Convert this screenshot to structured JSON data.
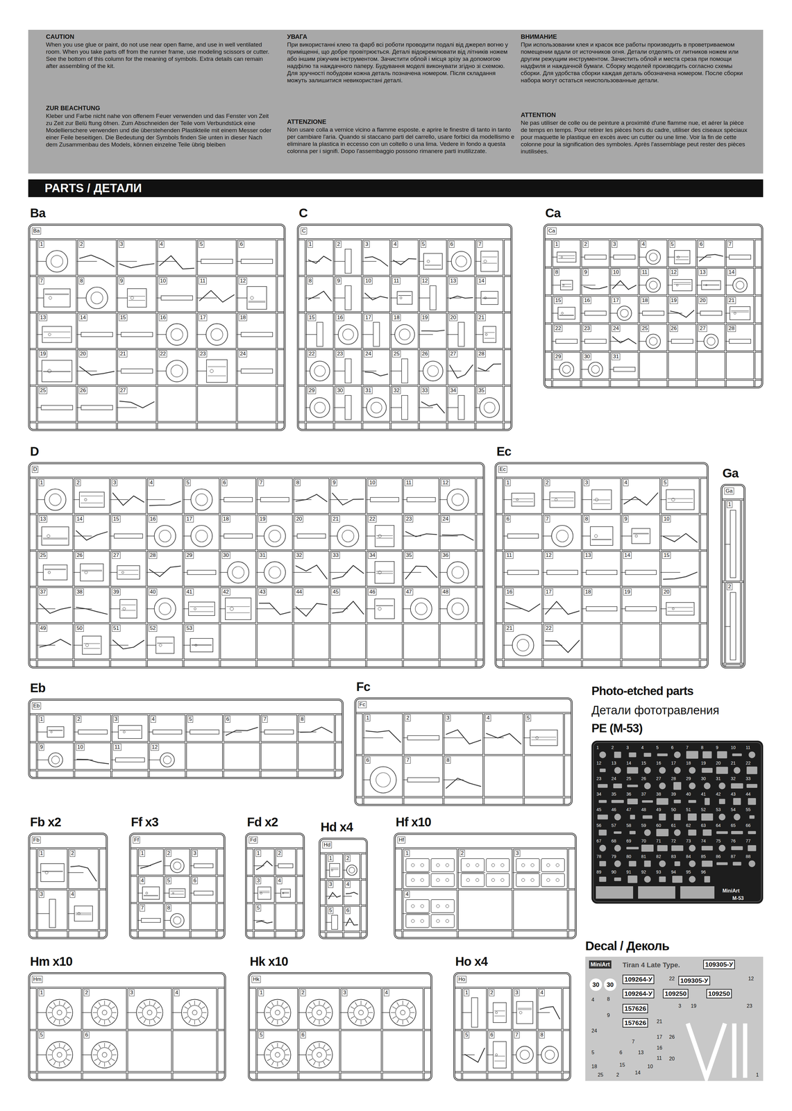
{
  "diagram": {
    "nodes": [
      {
        "text": [
          "CAUTION",
          "When you use glue or paint, do not use near open flame, and use in well ventilated room. When you take parts off from the runner frame, use modeling scissors or cutter. See the bottom of this column for the meaning of symbols. Extra details can remain after assembling of the kit.",
          "ZUR BEACHTUNG",
          "Kleber und Farbe nicht nahe von offenem Feuer verwenden und das Fenster von Zeit zu Zeit zur Belü ftung öfnen. Zum Abschneiden der Teile vom Verbundstück eine Modellierschere verwenden und die überstehenden Plastikteile mit einem Messer oder einer Feile beseitigen. Die Bedeutung der Symbols finden Sie unten in dieser Nach dem Zusammenbau des Models, können einzelne Teile übrig bleiben",
          "УВАГА",
          "При використанні клею та фарб всі роботи проводити подалі від джерел вогню у приміщенні, що добре провітрюється. Деталі відокремлювати від літників ножем або іншим ріжучим інструментом. Зачистити облой і місця зрізу за допомогою надфілю та наждачного паперу. Будування моделі виконувати згідно зі схемою. Для зручності побудови кожна деталь позначена номером. Після складання можуть залишитися невикористані деталі.",
          "ATTENZIONE",
          "Non usare colla a vernice vicino a flamme esposte. e aprire le finestre di tanto in tanto per cambiare l'aria. Quando si staccano parti del carrello, usare forbici da modellismo e eliminare la plastica in eccesso con un coltello o una lima. Vedere in fondo a questa colonna per i signifi. Dopo l'assembaggio possono rimanere parti inutilizzate.",
          "ВНИМАНИЕ",
          "При использовании клея и красок все работы производить в проветриваемом помещении вдали от источников огня. Детали отделять от литников ножем или другим режущим инструментом. Зачистить облой и места среза при помощи надфиля и наждачной бумаги. Сборку моделей производить согласно схемы сборки. Для удобства сборки каждая деталь обозначена номером. После сборки набора могут остаться неиспользованные детали.",
          "ATTENTION",
          "Ne pas utiliser de colle ou de peinture a proximité d'une flamme nue, et aérer la pièce de temps en temps. Pour retirer les pièces hors du cadre, utiliser des ciseaux spèciaux pour maquette le plastique en excès avec un cutter ou une lime. Voir la fin de cette colonne pour la signification des symboles. Après l'assemblage peut rester des pièces inutilisées."
        ]
      },
      {
        "text": [
          "PARTS / ДЕТАЛИ"
        ]
      },
      {
        "text": [
          "Ba",
          "Ba"
        ]
      },
      {
        "text": [
          "C",
          "C"
        ]
      },
      {
        "text": [
          "Ca",
          "Ca"
        ]
      },
      {
        "text": [
          "D",
          "D"
        ]
      },
      {
        "text": [
          "Ec",
          "Ec"
        ]
      },
      {
        "text": [
          "Ga",
          "Ga"
        ]
      },
      {
        "text": [
          "Eb",
          "Eb"
        ]
      },
      {
        "text": [
          "Fc",
          "Fc"
        ]
      },
      {
        "text": [
          "Fb x2",
          "Fb"
        ]
      },
      {
        "text": [
          "Ff x3",
          "Ff"
        ]
      },
      {
        "text": [
          "Fd x2",
          "Fd"
        ]
      },
      {
        "text": [
          "Hd x4",
          "Hd"
        ]
      },
      {
        "text": [
          "Hf x10",
          "Hf"
        ]
      },
      {
        "text": [
          "Hm x10",
          "Hm"
        ]
      },
      {
        "text": [
          "Hk x10",
          "Hk"
        ]
      },
      {
        "text": [
          "Ho x4",
          "Ho"
        ]
      },
      {
        "text": [
          "Photo-etched parts",
          "Детали фототравления",
          "PE (M-53)"
        ]
      },
      {
        "text": [
          "Decal / Деколь"
        ]
      }
    ],
    "labels": [
      "1",
      "2",
      "3",
      "4",
      "5",
      "6",
      "7",
      "8",
      "9",
      "10",
      "11",
      "12",
      "13",
      "14",
      "15",
      "16",
      "17",
      "18",
      "19",
      "20",
      "21",
      "22",
      "23",
      "24",
      "25",
      "26",
      "27",
      "1",
      "2",
      "3",
      "4",
      "5",
      "6",
      "7",
      "8",
      "9",
      "10",
      "11",
      "12",
      "13",
      "14",
      "15",
      "16",
      "17",
      "18",
      "19",
      "20",
      "21",
      "22",
      "23",
      "24",
      "25",
      "26",
      "27",
      "28",
      "29",
      "30",
      "31",
      "32",
      "33",
      "34",
      "35",
      "1",
      "2",
      "3",
      "4",
      "5",
      "6",
      "7",
      "8",
      "9",
      "10",
      "11",
      "12",
      "13",
      "14",
      "15",
      "16",
      "17",
      "18",
      "19",
      "20",
      "21",
      "22",
      "23",
      "24",
      "25",
      "26",
      "27",
      "28",
      "29",
      "30",
      "31",
      "1",
      "2",
      "3",
      "4",
      "5",
      "6",
      "7",
      "8",
      "9",
      "10",
      "11",
      "12",
      "13",
      "14",
      "15",
      "16",
      "17",
      "18",
      "19",
      "20",
      "21",
      "22",
      "23",
      "24",
      "25",
      "26",
      "27",
      "28",
      "29",
      "30",
      "31",
      "32",
      "33",
      "34",
      "35",
      "36",
      "37",
      "38",
      "39",
      "40",
      "41",
      "42",
      "43",
      "44",
      "45",
      "46",
      "47",
      "48",
      "49",
      "50",
      "51",
      "52",
      "53",
      "1",
      "2",
      "3",
      "4",
      "5",
      "6",
      "7",
      "8",
      "9",
      "10",
      "11",
      "12",
      "13",
      "14",
      "15",
      "16",
      "17",
      "18",
      "19",
      "20",
      "21",
      "22",
      "1",
      "2",
      "1",
      "2",
      "3",
      "4",
      "5",
      "6",
      "7",
      "8",
      "9",
      "10",
      "11",
      "12",
      "1",
      "2",
      "3",
      "4",
      "5",
      "6",
      "7",
      "8",
      "1",
      "2",
      "3",
      "4",
      "1",
      "2",
      "3",
      "4",
      "5",
      "6",
      "7",
      "8",
      "1",
      "2",
      "3",
      "4",
      "5",
      "1",
      "2",
      "3",
      "4",
      "5",
      "6",
      "1",
      "2",
      "3",
      "4",
      "1",
      "2",
      "3",
      "4",
      "5",
      "6",
      "1",
      "2",
      "3",
      "4",
      "5",
      "6",
      "1",
      "2",
      "3",
      "4",
      "5",
      "6",
      "7",
      "8",
      "1",
      "2",
      "3",
      "4",
      "5",
      "6",
      "7",
      "8",
      "9",
      "10",
      "11",
      "12",
      "13",
      "14",
      "15",
      "16",
      "17",
      "18",
      "19",
      "20",
      "21",
      "22",
      "23",
      "24",
      "25",
      "26",
      "27",
      "28",
      "29",
      "30",
      "31",
      "32",
      "33",
      "34",
      "35",
      "36",
      "37",
      "38",
      "39",
      "40",
      "41",
      "42",
      "43",
      "44",
      "45",
      "46",
      "47",
      "48",
      "49",
      "50",
      "51",
      "52",
      "53",
      "54",
      "55",
      "56",
      "57",
      "58",
      "59",
      "60",
      "61",
      "62",
      "63",
      "64",
      "65",
      "66",
      "67",
      "68",
      "69",
      "70",
      "71",
      "72",
      "73",
      "74",
      "75",
      "76",
      "77",
      "78",
      "79",
      "80",
      "81",
      "82",
      "83",
      "84",
      "85",
      "86",
      "87",
      "88",
      "89",
      "90",
      "91",
      "92",
      "93",
      "94",
      "95",
      "96",
      "MiniArt",
      "M-53",
      "MiniArt",
      "Tiran 4 Late Type.",
      "30",
      "30",
      "109305-У",
      "109305-У",
      "109264-У",
      "109264-У",
      "109250",
      "109250",
      "157626",
      "157626",
      "1",
      "2",
      "3",
      "4",
      "5",
      "6",
      "7",
      "8",
      "9",
      "10",
      "11",
      "12",
      "13",
      "14",
      "15",
      "16",
      "17",
      "18",
      "19",
      "20",
      "21",
      "22",
      "23",
      "24",
      "25",
      "26"
    ]
  }
}
